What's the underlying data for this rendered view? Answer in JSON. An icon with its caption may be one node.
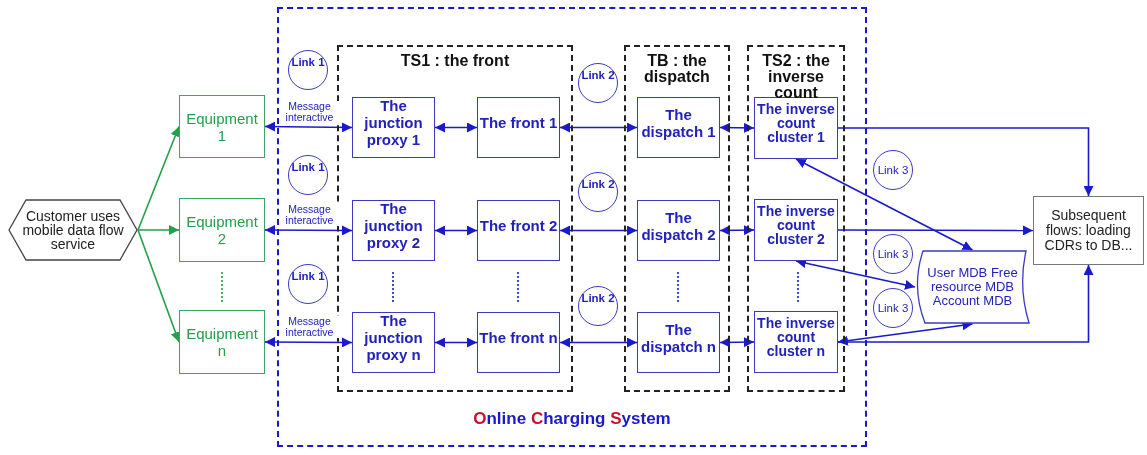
{
  "diagram": {
    "nodes": [
      {
        "text": [
          "Online Charging System"
        ]
      },
      {
        "text": [
          "TS1 : the front"
        ],
        "in": 0
      },
      {
        "text": [
          "TB : the dispatch"
        ],
        "in": 0
      },
      {
        "text": [
          "TS2 : the inverse count"
        ],
        "in": 0
      },
      {
        "text": [
          "Customer uses mobile data flow service"
        ]
      },
      {
        "text": [
          "Equipment 1"
        ]
      },
      {
        "text": [
          "Equipment 2"
        ]
      },
      {
        "text": [
          "Equipment n"
        ]
      },
      {
        "text": [
          "The junction proxy 1"
        ],
        "in": 1
      },
      {
        "text": [
          "The junction proxy 2"
        ],
        "in": 1
      },
      {
        "text": [
          "The junction proxy n"
        ],
        "in": 1
      },
      {
        "text": [
          "The front 1"
        ],
        "in": 1
      },
      {
        "text": [
          "The front 2"
        ],
        "in": 1
      },
      {
        "text": [
          "The front n"
        ],
        "in": 1
      },
      {
        "text": [
          "The dispatch 1"
        ],
        "in": 2
      },
      {
        "text": [
          "The dispatch 2"
        ],
        "in": 2
      },
      {
        "text": [
          "The dispatch n"
        ],
        "in": 2
      },
      {
        "text": [
          "The inverse count cluster 1"
        ],
        "in": 3
      },
      {
        "text": [
          "The inverse count cluster 2"
        ],
        "in": 3
      },
      {
        "text": [
          "The inverse count cluster n"
        ],
        "in": 3
      },
      {
        "text": [
          "User MDB Free resource MDB Account MDB"
        ]
      },
      {
        "text": [
          "Subsequent flows: loading CDRs to DB..."
        ]
      },
      {
        "text": [
          "Link 1"
        ],
        "in": 0
      },
      {
        "text": [
          "Link 1"
        ],
        "in": 0
      },
      {
        "text": [
          "Link 1"
        ],
        "in": 0
      },
      {
        "text": [
          "Link 2"
        ],
        "in": 0
      },
      {
        "text": [
          "Link 2"
        ],
        "in": 0
      },
      {
        "text": [
          "Link 2"
        ],
        "in": 0
      },
      {
        "text": [
          "Link 3"
        ]
      },
      {
        "text": [
          "Link 3"
        ]
      },
      {
        "text": [
          "Link 3"
        ]
      }
    ],
    "edges": [
      {
        "from": 4,
        "to": 5,
        "arrow": "to",
        "color": "#22a04a"
      },
      {
        "from": 4,
        "to": 6,
        "arrow": "to",
        "color": "#22a04a"
      },
      {
        "from": 4,
        "to": 7,
        "arrow": "to",
        "color": "#22a04a"
      },
      {
        "from": 5,
        "to": 8,
        "arrow": "both",
        "label": "Message interactive"
      },
      {
        "from": 6,
        "to": 9,
        "arrow": "both",
        "label": "Message interactive"
      },
      {
        "from": 7,
        "to": 10,
        "arrow": "both",
        "label": "Message interactive"
      },
      {
        "from": 8,
        "to": 11,
        "arrow": "both"
      },
      {
        "from": 9,
        "to": 12,
        "arrow": "both"
      },
      {
        "from": 10,
        "to": 13,
        "arrow": "both"
      },
      {
        "from": 11,
        "to": 14,
        "arrow": "both"
      },
      {
        "from": 12,
        "to": 15,
        "arrow": "both"
      },
      {
        "from": 13,
        "to": 16,
        "arrow": "both"
      },
      {
        "from": 14,
        "to": 17,
        "arrow": "both"
      },
      {
        "from": 15,
        "to": 18,
        "arrow": "both"
      },
      {
        "from": 16,
        "to": 19,
        "arrow": "both"
      },
      {
        "from": 17,
        "to": 21,
        "arrow": "to"
      },
      {
        "from": 18,
        "to": 21,
        "arrow": "to"
      },
      {
        "from": 19,
        "to": 21,
        "arrow": "to"
      },
      {
        "from": 20,
        "to": 17,
        "arrow": "both"
      },
      {
        "from": 20,
        "to": 18,
        "arrow": "both"
      },
      {
        "from": 20,
        "to": 19,
        "arrow": "both"
      }
    ]
  }
}
